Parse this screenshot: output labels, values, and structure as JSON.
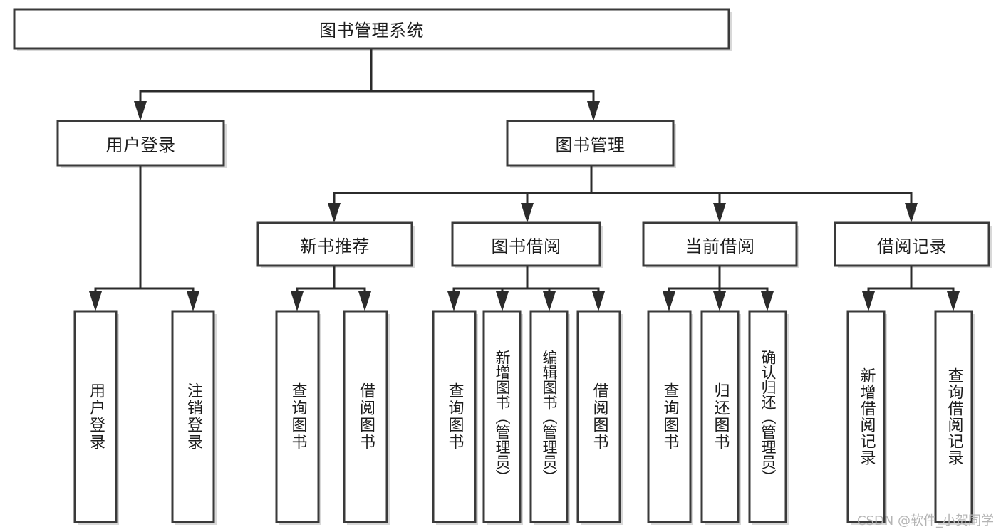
{
  "diagram": {
    "type": "hierarchy-tree",
    "title": "图书管理系统",
    "watermark": "CSDN @软件_小贺同学",
    "root": {
      "label": "图书管理系统"
    },
    "level2": [
      {
        "id": "user-login",
        "label": "用户登录"
      },
      {
        "id": "book-management",
        "label": "图书管理"
      }
    ],
    "level3": [
      {
        "id": "new-book-recommend",
        "label": "新书推荐",
        "parent": "book-management"
      },
      {
        "id": "book-borrow",
        "label": "图书借阅",
        "parent": "book-management"
      },
      {
        "id": "current-borrow",
        "label": "当前借阅",
        "parent": "book-management"
      },
      {
        "id": "borrow-record",
        "label": "借阅记录",
        "parent": "book-management"
      }
    ],
    "leaves": [
      {
        "id": "leaf-user-login",
        "label": "用户登录",
        "parent": "user-login"
      },
      {
        "id": "leaf-logout-login",
        "label": "注销登录",
        "parent": "user-login"
      },
      {
        "id": "leaf-query-book-1",
        "label": "查询图书",
        "parent": "new-book-recommend"
      },
      {
        "id": "leaf-borrow-book-1",
        "label": "借阅图书",
        "parent": "new-book-recommend"
      },
      {
        "id": "leaf-query-book-2",
        "label": "查询图书",
        "parent": "book-borrow"
      },
      {
        "id": "leaf-add-book",
        "label": "新增图书（管理员）",
        "parent": "book-borrow"
      },
      {
        "id": "leaf-edit-book",
        "label": "编辑图书（管理员）",
        "parent": "book-borrow"
      },
      {
        "id": "leaf-borrow-book-2",
        "label": "借阅图书",
        "parent": "book-borrow"
      },
      {
        "id": "leaf-query-book-3",
        "label": "查询图书",
        "parent": "current-borrow"
      },
      {
        "id": "leaf-return-book",
        "label": "归还图书",
        "parent": "current-borrow"
      },
      {
        "id": "leaf-confirm-return",
        "label": "确认归还（管理员）",
        "parent": "current-borrow"
      },
      {
        "id": "leaf-add-record",
        "label": "新增借阅记录",
        "parent": "borrow-record"
      },
      {
        "id": "leaf-query-record",
        "label": "查询借阅记录",
        "parent": "borrow-record"
      }
    ],
    "colors": {
      "box_stroke": "#3a3a3a",
      "box_fill": "#ffffff",
      "connector": "#2b2b2b",
      "text": "#1c1c1c",
      "watermark": "#b4b4b4",
      "background": "#ffffff"
    }
  }
}
